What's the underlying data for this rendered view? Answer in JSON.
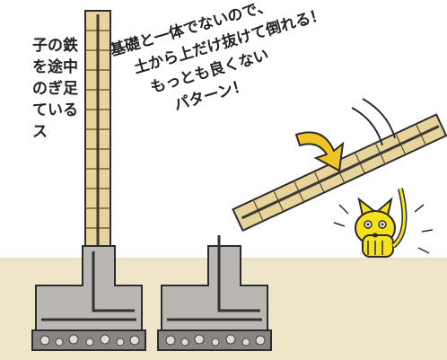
{
  "left_text": {
    "lines": [
      "子の鉄",
      "を途中",
      "のぎ足",
      "ている",
      "ス"
    ]
  },
  "callout": {
    "lines": [
      "基礎と一体でないので、",
      "土から上だけ抜けて倒れる！",
      "もっとも良くない",
      "パターン！"
    ]
  },
  "colors": {
    "soil": "#efe6c9",
    "concrete": "#b9b6b3",
    "block": "#e7d49a",
    "cat": "#f7e11b",
    "arrow": "#f0c521",
    "outline": "#2b2b2b"
  },
  "icons": {
    "cat": "cat-icon",
    "arrow": "curved-arrow-icon",
    "motion": "motion-lines-icon",
    "shock": "shock-burst-icon"
  }
}
